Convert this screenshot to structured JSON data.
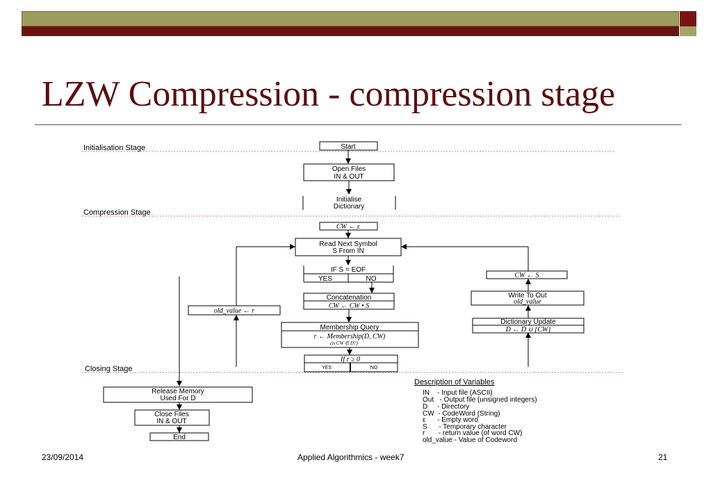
{
  "slide": {
    "title": "LZW Compression - compression stage",
    "footer_date": "23/09/2014",
    "footer_course": "Applied Algorithmics - week7",
    "footer_page": "21"
  },
  "diagram": {
    "stages": {
      "initialisation": "Initialisation Stage",
      "compression": "Compression Stage",
      "closing": "Closing Stage"
    },
    "nodes": {
      "start": "Start",
      "open_files_1": "Open Files",
      "open_files_2": "IN & OUT",
      "init_dict_1": "Initialise",
      "init_dict_2": "Dictionary",
      "cw_empty": "CW ← ε",
      "read_symbol_1": "Read Next Symbol",
      "read_symbol_2": "S From IN",
      "if_eof": "IF S = EOF",
      "yes": "YES",
      "no": "NO",
      "concat_1": "Concatenation",
      "concat_2": "CW ← CW • S",
      "membership_1": "Membership Query",
      "membership_2": "r ← Membership(D, CW)",
      "membership_3": "(is CW ∈ D?)",
      "if_r": "If r ≥ 0",
      "yes2": "YES",
      "no2": "NO",
      "old_value": "old_value ← r",
      "cw_s": "CW ← S",
      "write_out_1": "Write To Out",
      "write_out_2": "old_value",
      "dict_update_1": "Dictionary Update",
      "dict_update_2": "D ← D ∪ {CW}",
      "release_mem_1": "Release Memory",
      "release_mem_2": "Used For D",
      "close_files_1": "Close Files",
      "close_files_2": "IN & OUT",
      "end": "End"
    },
    "legend": {
      "title": "Description of Variables",
      "items": [
        "IN    - Input file (ASCII)",
        "Out   - Output file (unsigned integers)",
        "D     - Directory",
        "CW  - CodeWord (String)",
        "ε      - Empty word",
        "S      - Temporary character",
        "r       - return value (of word CW)",
        "old_value - Value of Codeword"
      ]
    }
  },
  "colors": {
    "olive": "#9c9c5b",
    "maroon": "#6b1212",
    "title": "#5a0f0f",
    "stage_line": "#d08080"
  }
}
